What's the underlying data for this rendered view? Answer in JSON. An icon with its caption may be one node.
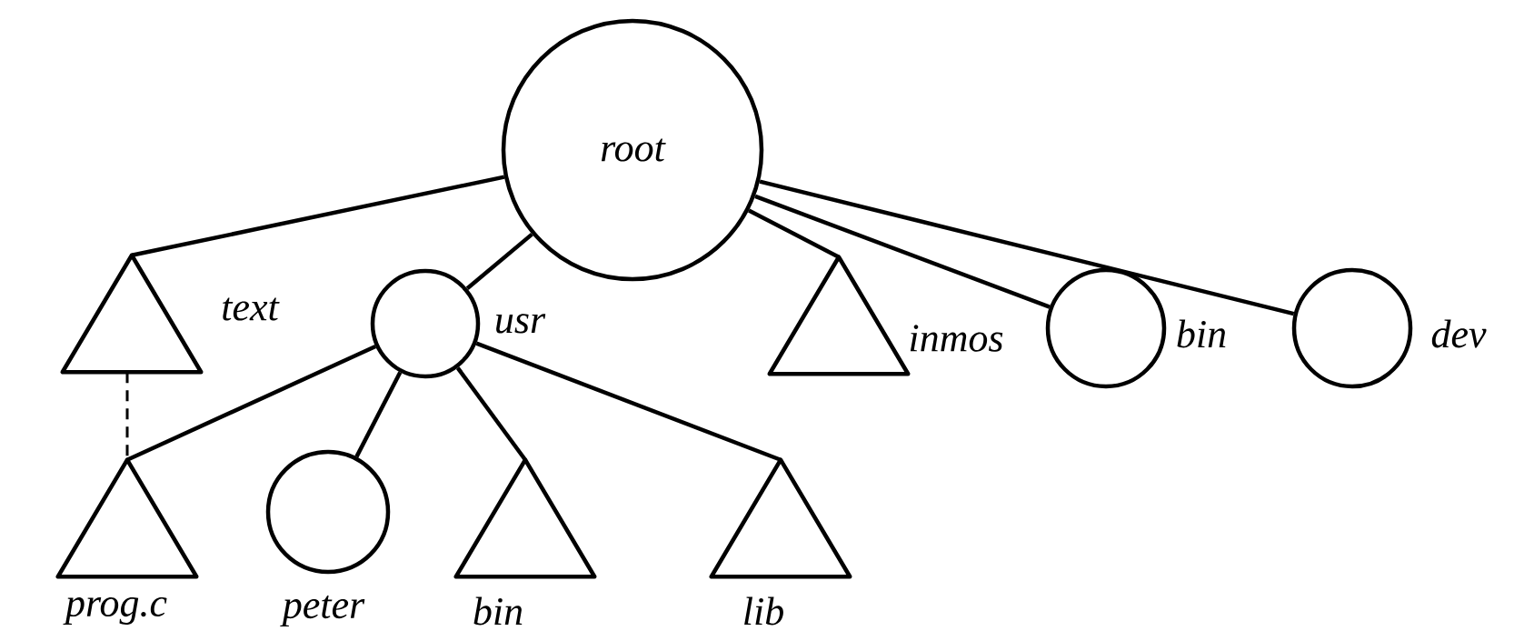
{
  "diagram": {
    "nodes": [
      {
        "text": [
          "root"
        ]
      },
      {
        "text": [],
        "shape": "triangle",
        "beside": [
          "text"
        ]
      },
      {
        "text": [],
        "shape": "circle",
        "beside": [
          "usr"
        ]
      },
      {
        "text": [],
        "shape": "triangle",
        "beside": [
          "inmos"
        ]
      },
      {
        "text": [],
        "shape": "circle",
        "beside": [
          "bin"
        ]
      },
      {
        "text": [],
        "shape": "circle",
        "beside": [
          "dev"
        ]
      },
      {
        "text": [],
        "shape": "triangle",
        "beside": [
          "prog.c"
        ]
      },
      {
        "text": [],
        "shape": "circle",
        "beside": [
          "peter"
        ]
      },
      {
        "text": [],
        "shape": "triangle",
        "beside": [
          "bin"
        ]
      },
      {
        "text": [],
        "shape": "triangle",
        "beside": [
          "lib"
        ]
      }
    ],
    "edges": [
      {
        "from": 0,
        "to": 1,
        "arrow": "none"
      },
      {
        "from": 0,
        "to": 2,
        "arrow": "none"
      },
      {
        "from": 0,
        "to": 3,
        "arrow": "none"
      },
      {
        "from": 0,
        "to": 4,
        "arrow": "none"
      },
      {
        "from": 0,
        "to": 5,
        "arrow": "none"
      },
      {
        "from": 2,
        "to": 6,
        "arrow": "none"
      },
      {
        "from": 2,
        "to": 7,
        "arrow": "none"
      },
      {
        "from": 2,
        "to": 8,
        "arrow": "none"
      },
      {
        "from": 2,
        "to": 9,
        "arrow": "none"
      },
      {
        "from": 1,
        "to": 6,
        "arrow": "none",
        "style": "dashed"
      }
    ]
  }
}
